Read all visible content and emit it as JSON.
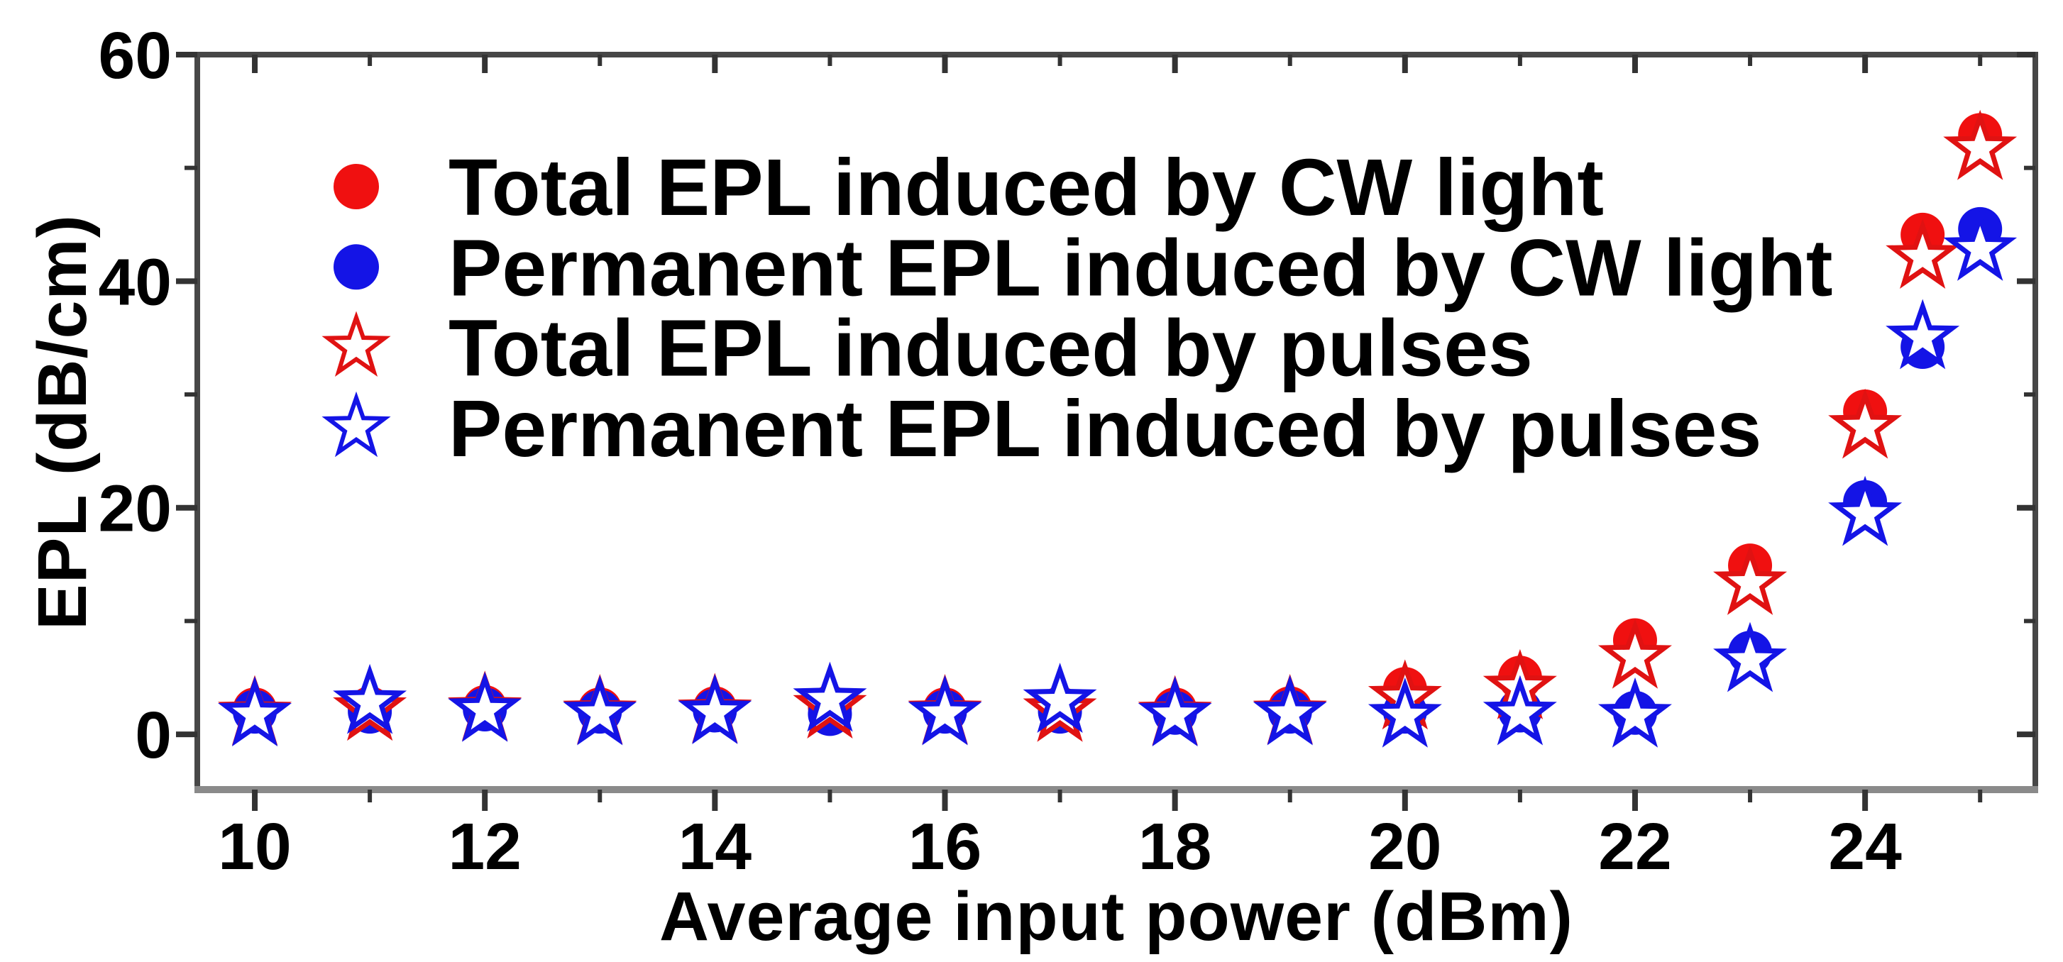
{
  "figure": {
    "background": "#ffffff",
    "text_color": "#000000",
    "frame_color": "#474747",
    "bottom_axis_color": "#8a8a8a",
    "tick_color": "#333333"
  },
  "chart_data": {
    "type": "scatter",
    "title": "",
    "xlabel": "Average input power (dBm)",
    "ylabel": "EPL (dB/cm)",
    "grid": false,
    "legend_position": "upper-left-inside",
    "x_axis": {
      "min": 9.5,
      "max": 25.48,
      "ticks_major": [
        10,
        12,
        14,
        16,
        18,
        20,
        22,
        24
      ],
      "tick_labels": [
        "10",
        "12",
        "14",
        "16",
        "18",
        "20",
        "22",
        "24"
      ],
      "ticks_minor": [
        11,
        13,
        15,
        17,
        19,
        21,
        23,
        25
      ]
    },
    "y_axis": {
      "min": -4.88,
      "max": 60,
      "ticks_major": [
        0,
        20,
        40,
        60
      ],
      "tick_labels": [
        "0",
        "20",
        "40",
        "60"
      ],
      "ticks_minor": [
        10,
        30,
        50
      ]
    },
    "x": [
      10,
      11,
      12,
      13,
      14,
      15,
      16,
      17,
      18,
      19,
      20,
      21,
      22,
      23,
      24,
      24.5,
      25
    ],
    "series": [
      {
        "name": "Total EPL induced by CW light",
        "marker": "filled-circle",
        "color": "#f01010",
        "values": [
          2.2,
          2.3,
          2.4,
          2.2,
          2.3,
          2.4,
          2.2,
          2.3,
          2.2,
          2.3,
          4.0,
          5.0,
          8.3,
          14.9,
          28.5,
          44.1,
          52.9
        ]
      },
      {
        "name": "Permanent EPL induced by CW light",
        "marker": "filled-circle",
        "color": "#1414e6",
        "values": [
          2.0,
          2.0,
          2.2,
          2.0,
          2.1,
          1.8,
          2.0,
          2.0,
          1.9,
          2.0,
          2.0,
          2.1,
          1.9,
          7.2,
          20.5,
          34.2,
          44.6
        ]
      },
      {
        "name": "Total EPL induced by pulses",
        "marker": "open-star",
        "color": "#e01212",
        "values": [
          1.8,
          2.2,
          2.2,
          1.9,
          2.0,
          2.4,
          1.9,
          2.1,
          1.8,
          1.9,
          3.2,
          4.1,
          6.8,
          13.3,
          27.1,
          42.1,
          51.7
        ]
      },
      {
        "name": "Permanent EPL induced by pulses",
        "marker": "open-star",
        "color": "#1414e6",
        "values": [
          1.7,
          2.8,
          2.1,
          1.8,
          1.9,
          3.0,
          1.8,
          2.9,
          1.7,
          1.8,
          1.6,
          1.8,
          1.6,
          6.5,
          19.4,
          35.0,
          42.8
        ]
      }
    ]
  }
}
